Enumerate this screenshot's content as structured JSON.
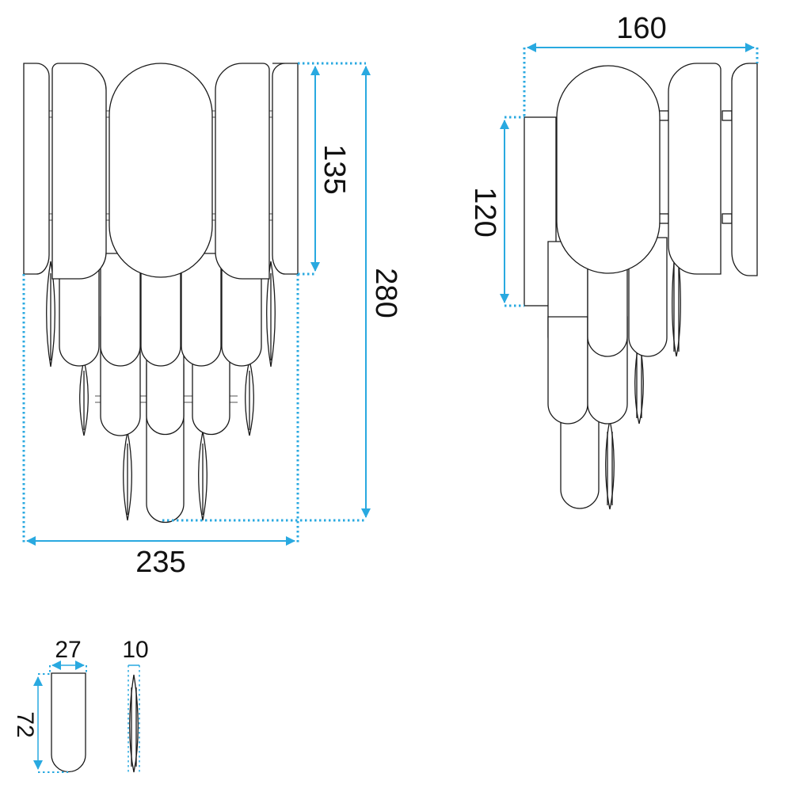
{
  "dimensions": {
    "front_width": "235",
    "total_height": "280",
    "upper_tier_height": "135",
    "depth": "160",
    "backplate_height": "120",
    "petal_width": "27",
    "petal_height": "72",
    "pendant_thickness": "10"
  },
  "colors": {
    "dimension_line": "#29a9e0",
    "outline": "#1a1a1a",
    "background": "#ffffff"
  }
}
